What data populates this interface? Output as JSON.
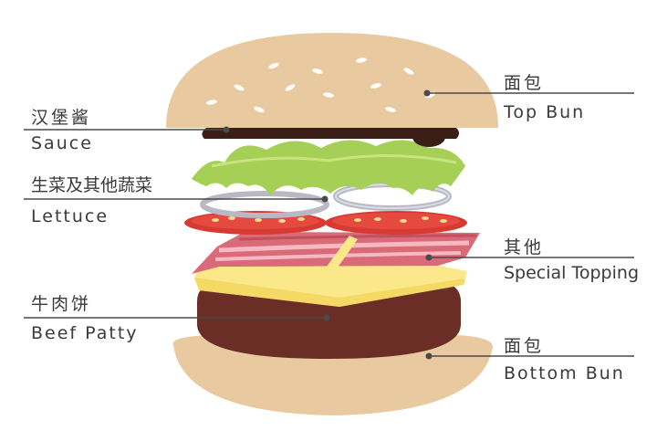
{
  "labels": {
    "top_bun_cn": "面包",
    "top_bun_en": "Top Bun",
    "sauce_cn": "汉堡酱",
    "sauce_en": "Sauce",
    "lettuce_cn": "生菜及其他蔬菜",
    "lettuce_en": "Lettuce",
    "special_cn": "其他",
    "special_en": "Special Topping",
    "patty_cn": "牛肉饼",
    "patty_en": "Beef Patty",
    "bottom_bun_cn": "面包",
    "bottom_bun_en": "Bottom Bun"
  },
  "colors": {
    "bun": "#e8c9a0",
    "sauce": "#3b1f17",
    "lettuce": "#a6cf56",
    "onion": "#b9b9c6",
    "tomato": "#d63a32",
    "bacon": "#d96a78",
    "cheese": "#fbe88a",
    "patty": "#6a2e26",
    "leader": "#4a4a4a"
  }
}
